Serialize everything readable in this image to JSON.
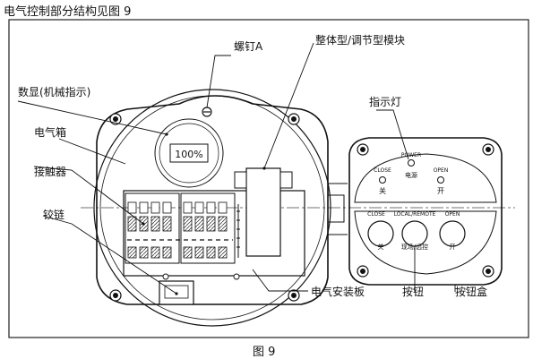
{
  "page_title": "电气控制部分结构见图 9",
  "figure_caption": "图 9",
  "labels": {
    "screw_a": "螺钉A",
    "module": "整体型/调节型模块",
    "digital_display": "数显(机械指示)",
    "electric_box": "电气箱",
    "indicator_light": "指示灯",
    "contactor": "接触器",
    "hinge": "铰链",
    "mounting_plate": "电气安装板",
    "button": "按钮",
    "button_box": "按钮盒"
  },
  "display_value": "100%",
  "indicator_panel": {
    "power_en": "POWER",
    "power_cn": "电源",
    "close_en": "CLOSE",
    "close_cn": "关",
    "open_en": "OPEN",
    "open_cn": "开"
  },
  "button_panel": {
    "close_en": "CLOSE",
    "local_remote_en": "LOCAL/REMOTE",
    "open_en": "OPEN",
    "close_cn": "关",
    "local_remote_cn": "现场/远控",
    "open_cn": "开"
  }
}
